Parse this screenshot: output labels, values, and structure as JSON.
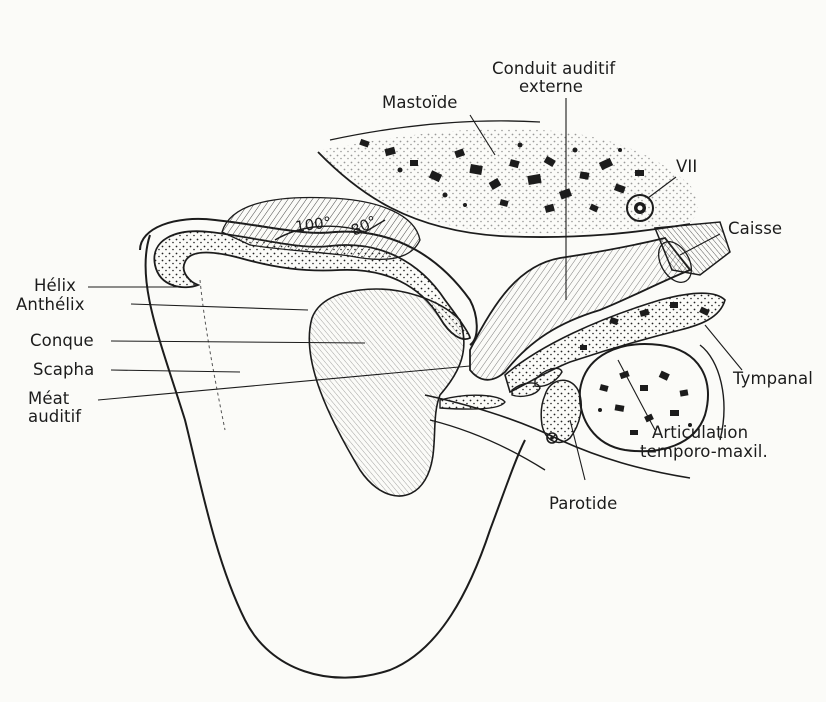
{
  "labels": {
    "helix": "Hélix",
    "anthelix": "Anthélix",
    "conque": "Conque",
    "scapha": "Scapha",
    "meat_line1": "Méat",
    "meat_line2": "auditif",
    "mastoide": "Mastoïde",
    "conduit_line1": "Conduit auditif",
    "conduit_line2": "externe",
    "vii": "VII",
    "caisse": "Caisse",
    "tympanal": "Tympanal",
    "articulation_line1": "Articulation",
    "articulation_line2": "temporo-maxil.",
    "parotide": "Parotide"
  },
  "angles": {
    "a100": "100°",
    "a80": "80°"
  },
  "colors": {
    "ink": "#1c1c1c",
    "paper": "#fbfbf8"
  }
}
